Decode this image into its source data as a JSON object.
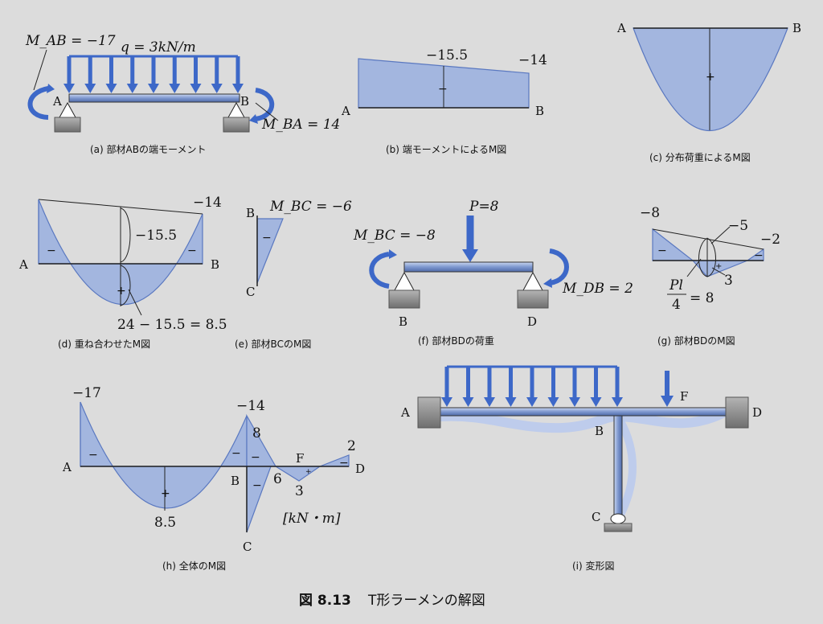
{
  "caption": {
    "prefix": "図 8.13",
    "title": "T形ラーメンの解図"
  },
  "panel_a": {
    "caption": "(a) 部材ABの端モーメント",
    "load": "q = 3kN/m",
    "mab": "M_AB = −17",
    "mba": "M_BA = 14",
    "A": "A",
    "B": "B"
  },
  "panel_b": {
    "caption": "(b) 端モーメントによるM図",
    "v1": "−15.5",
    "v2": "−14",
    "sign": "−",
    "A": "A",
    "B": "B"
  },
  "panel_c": {
    "caption": "(c) 分布荷重によるM図",
    "sign": "+",
    "A": "A",
    "B": "B"
  },
  "panel_d": {
    "caption": "(d) 重ね合わせたM図",
    "v1": "−14",
    "v2": "−15.5",
    "v3": "24 − 15.5 = 8.5",
    "minus": "−",
    "plus": "+",
    "A": "A",
    "B": "B"
  },
  "panel_e": {
    "caption": "(e) 部材BCのM図",
    "mbc": "M_BC = −6",
    "sign": "−",
    "B": "B",
    "C": "C"
  },
  "panel_f": {
    "caption": "(f) 部材BDの荷重",
    "p": "P=8",
    "mbc": "M_BC = −8",
    "mdb": "M_DB = 2",
    "B": "B",
    "D": "D"
  },
  "panel_g": {
    "caption": "(g) 部材BDのM図",
    "v1": "−8",
    "v2": "−5",
    "v3": "−2",
    "v4": "3",
    "pl": "Pl",
    "four": "4",
    "eq": "= 8",
    "minus": "−",
    "plus": "+"
  },
  "panel_h": {
    "caption": "(h) 全体のM図",
    "v1": "−17",
    "v2": "−14",
    "v3": "8",
    "v4": "2",
    "v5": "6",
    "v6": "3",
    "v7": "8.5",
    "unit": "[kN・m]",
    "A": "A",
    "B": "B",
    "C": "C",
    "D": "D",
    "F": "F",
    "minus": "−",
    "plus": "+"
  },
  "panel_i": {
    "caption": "(i) 変形図",
    "A": "A",
    "B": "B",
    "C": "C",
    "D": "D",
    "F": "F"
  },
  "colors": {
    "fill": "#a3b6df",
    "fill_stroke": "#5a78c0",
    "arrow": "#3d68c8",
    "support": "#9a9a9a"
  }
}
